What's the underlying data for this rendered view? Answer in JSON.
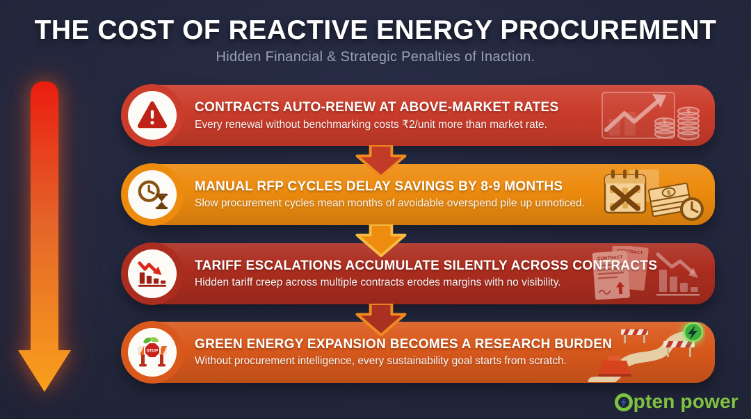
{
  "header": {
    "title": "THE COST OF REACTIVE ENERGY PROCUREMENT",
    "subtitle": "Hidden Financial & Strategic Penalties of Inaction."
  },
  "flow_arrow": {
    "direction": "down",
    "gradient_top": "#ea1d10",
    "gradient_middle": "#e4642a",
    "gradient_bottom": "#f9a01b"
  },
  "rows": [
    {
      "title": "CONTRACTS AUTO-RENEW AT ABOVE-MARKET RATES",
      "subtitle": "Every renewal without benchmarking costs ₹2/unit more than market rate.",
      "color": "#cb3c2b",
      "icon": "warning-triangle",
      "illustration": "rising-chart-with-coin-stacks",
      "coin_label": "$"
    },
    {
      "title": "MANUAL RFP CYCLES DELAY SAVINGS BY 8-9 MONTHS",
      "subtitle": "Slow procurement cycles mean months of avoidable overspend pile up unnoticed.",
      "color": "#ed8b0e",
      "icon": "clock-with-hourglass",
      "illustration": "crossed-calendar-cash-clock",
      "cash_label": "$"
    },
    {
      "title": "TARIFF ESCALATIONS ACCUMULATE SILENTLY ACROSS CONTRACTS",
      "subtitle": "Hidden tariff creep across multiple contracts erodes margins with no visibility.",
      "color": "#ab2d1f",
      "icon": "declining-bar-chart",
      "illustration": "contract-documents-with-declining-chart",
      "doc_label": "CONTRACT"
    },
    {
      "title": "GREEN ENERGY EXPANSION BECOMES A RESEARCH BURDEN",
      "subtitle": "Without procurement intelligence, every sustainability goal starts from scratch.",
      "color": "#d9591c",
      "icon": "roadblock-with-stop-sign",
      "stop_label": "STOP",
      "illustration": "winding-road-with-barriers-to-green-energy"
    }
  ],
  "connectors": [
    {
      "fill": "#c23a28",
      "outline": "#f08c1e"
    },
    {
      "fill": "#ee8c0f",
      "outline": "#f8bc42"
    },
    {
      "fill": "#a93122",
      "outline": "#f08c1e"
    }
  ],
  "logo": {
    "full_text": "Opten power",
    "rest": "pten power",
    "color": "#7dc241"
  }
}
